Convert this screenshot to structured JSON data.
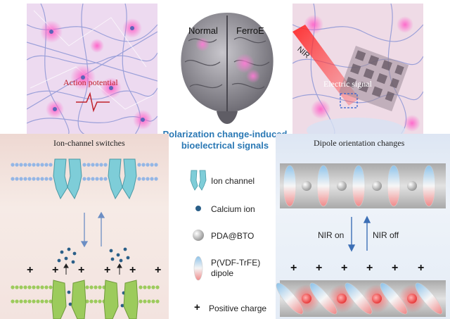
{
  "brain": {
    "label_normal": "Normal",
    "label_ferroe": "FerroE",
    "title_line1": "Polarization change-induced",
    "title_line2": "bioelectrical signals"
  },
  "left_panel": {
    "image_label": "Action potential",
    "caption": "Ion-channel switches"
  },
  "right_panel": {
    "nir_label": "NIR",
    "image_label": "Electric signal",
    "caption": "Dipole orientation changes",
    "nir_on": "NIR on",
    "nir_off": "NIR off"
  },
  "legend": {
    "ion_channel": "Ion channel",
    "calcium_ion": "Calcium ion",
    "pda_bto": "PDA@BTO",
    "dipole_line1": "P(VDF-TrFE)",
    "dipole_line2": "dipole",
    "positive_charge": "Positive charge"
  },
  "symbols": {
    "plus": "+"
  },
  "colors": {
    "title_blue": "#2a78b4",
    "channel_teal": "#7ecdd8",
    "channel_green": "#9ccb5c",
    "calcium_blue": "#2a5f88",
    "left_bg": "#f3e3df",
    "right_bg": "#e4ecf6"
  }
}
